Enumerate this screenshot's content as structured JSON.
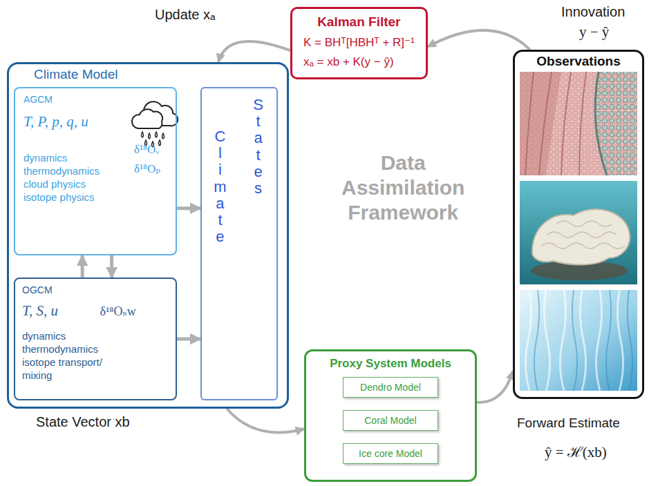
{
  "diagram": {
    "nodes": [
      {
        "text": [
          "Climate Model"
        ]
      },
      {
        "text": [
          "AGCM",
          "T, P, p, q, u⃗",
          "dynamics thermodynamics cloud physics isotope physics",
          "δ¹⁸Oᵥ",
          "δ¹⁸Oₚ"
        ],
        "in": 0
      },
      {
        "text": [
          "OGCM",
          "T, S, u⃗",
          "δ¹⁸Oₛw",
          "dynamics thermodynamics isotope transport/ mixing"
        ],
        "in": 0
      },
      {
        "text": [
          "Climate",
          "States"
        ],
        "in": 0
      },
      {
        "text": [
          "Kalman Filter",
          "K = BHᵀ[HBHᵀ + R]⁻¹",
          "xₐ = xb + K(y − ŷ)"
        ]
      },
      {
        "text": [
          "Observations"
        ]
      },
      {
        "text": [
          "Proxy System Models"
        ]
      },
      {
        "text": [
          "Dendro Model"
        ],
        "in": 6
      },
      {
        "text": [
          "Coral Model"
        ],
        "in": 6
      },
      {
        "text": [
          "Ice core Model"
        ],
        "in": 6
      }
    ],
    "edges": [
      {
        "from": 2,
        "to": 1,
        "arrow": "to"
      },
      {
        "from": 1,
        "to": 2,
        "arrow": "to"
      },
      {
        "from": 1,
        "to": 3,
        "arrow": "to"
      },
      {
        "from": 2,
        "to": 3,
        "arrow": "to"
      },
      {
        "from": 0,
        "to": 6,
        "arrow": "to"
      },
      {
        "from": 6,
        "to": 5,
        "arrow": "to"
      },
      {
        "from": 5,
        "to": 4,
        "arrow": "to"
      },
      {
        "from": 4,
        "to": 0,
        "arrow": "to"
      }
    ],
    "labels": [
      "Update xₐ",
      "Innovation",
      "y − ŷ",
      "Data Assimilation Framework",
      "State Vector xb",
      "Forward Estimate",
      "ŷ = ℋ(xb)"
    ]
  }
}
